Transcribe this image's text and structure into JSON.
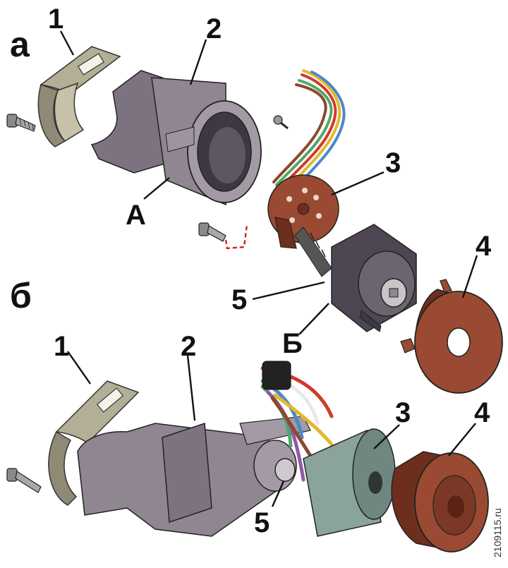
{
  "labels": {
    "section_a": "а",
    "section_b": "б",
    "a_1": "1",
    "a_2": "2",
    "a_3": "3",
    "a_4": "4",
    "a_5": "5",
    "a_A": "А",
    "a_B": "Б",
    "b_1": "1",
    "b_2": "2",
    "b_3": "3",
    "b_4": "4",
    "b_5": "5"
  },
  "watermark": "2109115.ru",
  "colors": {
    "metal": "#8f8691",
    "metal_dark": "#5e5660",
    "bracket": "#b3ae96",
    "brown": "#9a4a32",
    "brown_dark": "#6e2e1e",
    "green_metal": "#8aa39b",
    "wire_red": "#d23a2a",
    "wire_yellow": "#e1b92c",
    "wire_blue": "#4d88c9",
    "wire_green": "#4fa86a",
    "wire_purple": "#8f5aa8",
    "wire_brown": "#8a4a2a",
    "wire_white": "#e8e8e8",
    "wire_black": "#222222",
    "hidden_line": "#d22020"
  }
}
